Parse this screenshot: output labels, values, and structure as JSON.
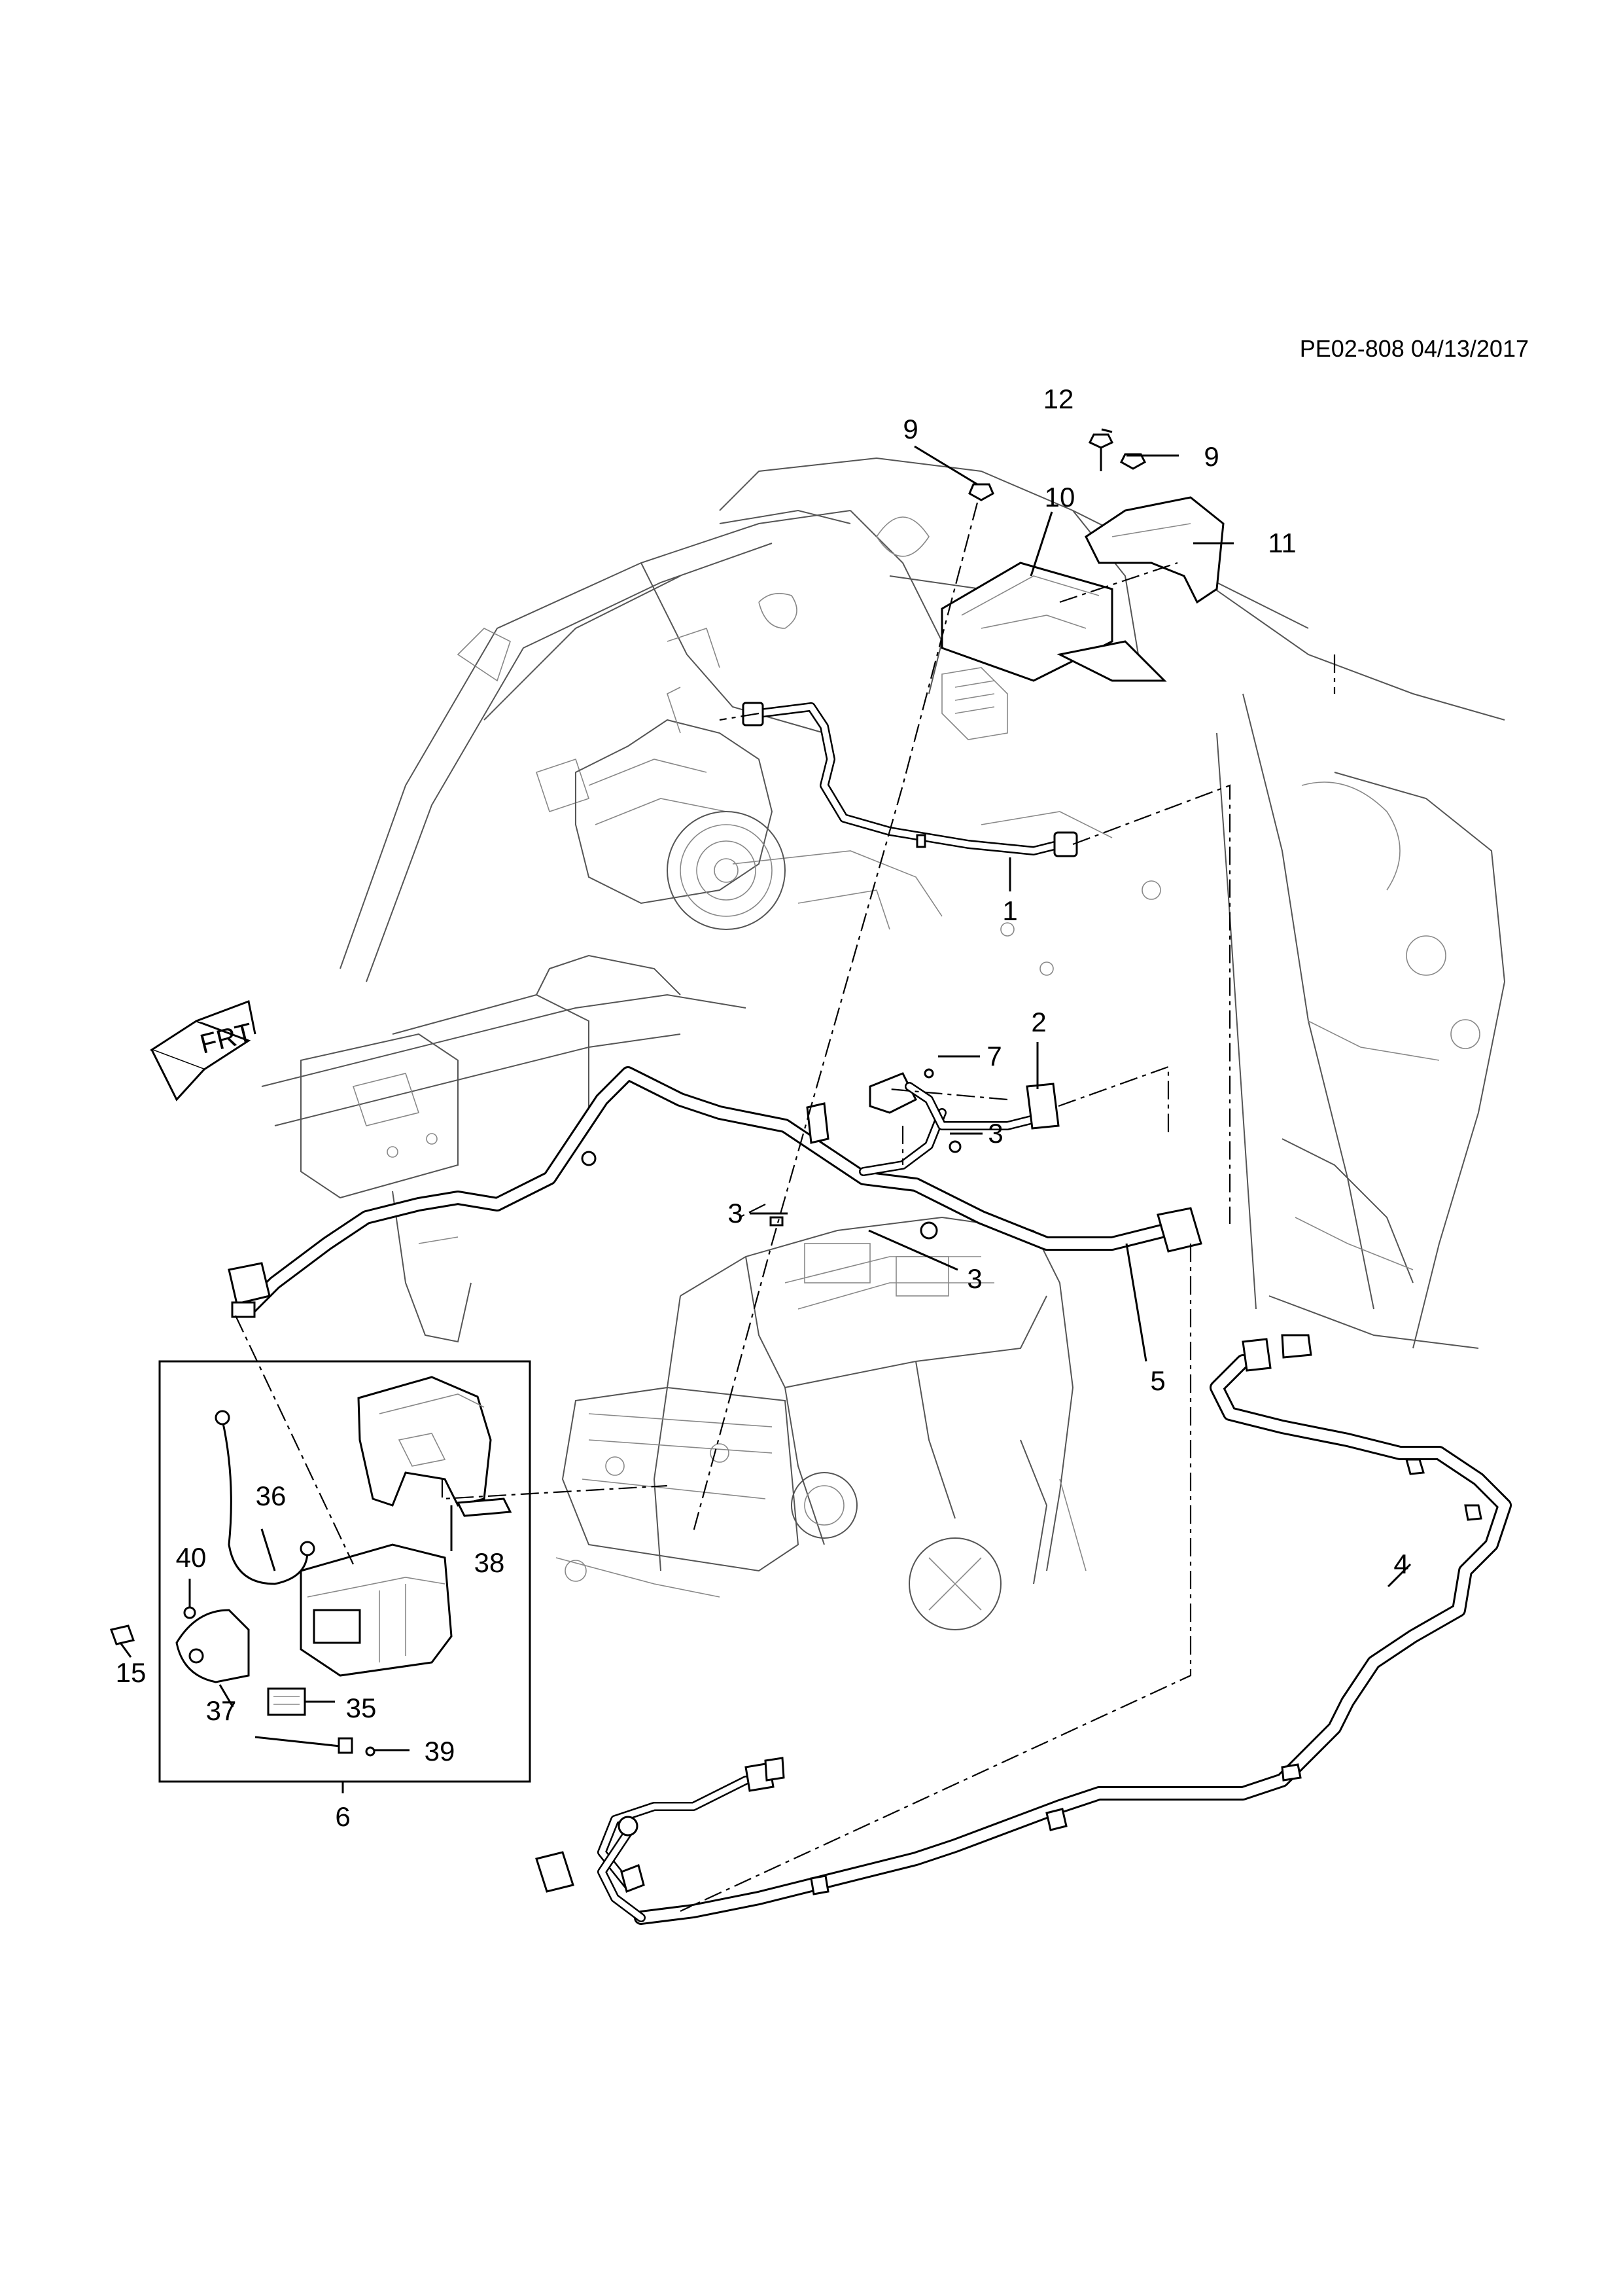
{
  "reference": "PE02-808 04/13/2017",
  "direction_indicator": "FRT",
  "callouts": {
    "c1": "1",
    "c2": "2",
    "c3a": "3",
    "c3b": "3",
    "c3c": "3",
    "c4": "4",
    "c5": "5",
    "c6": "6",
    "c7": "7",
    "c9a": "9",
    "c9b": "9",
    "c10": "10",
    "c11": "11",
    "c12": "12",
    "c15": "15",
    "c35": "35",
    "c36": "36",
    "c37": "37",
    "c38": "38",
    "c39": "39",
    "c40": "40"
  }
}
